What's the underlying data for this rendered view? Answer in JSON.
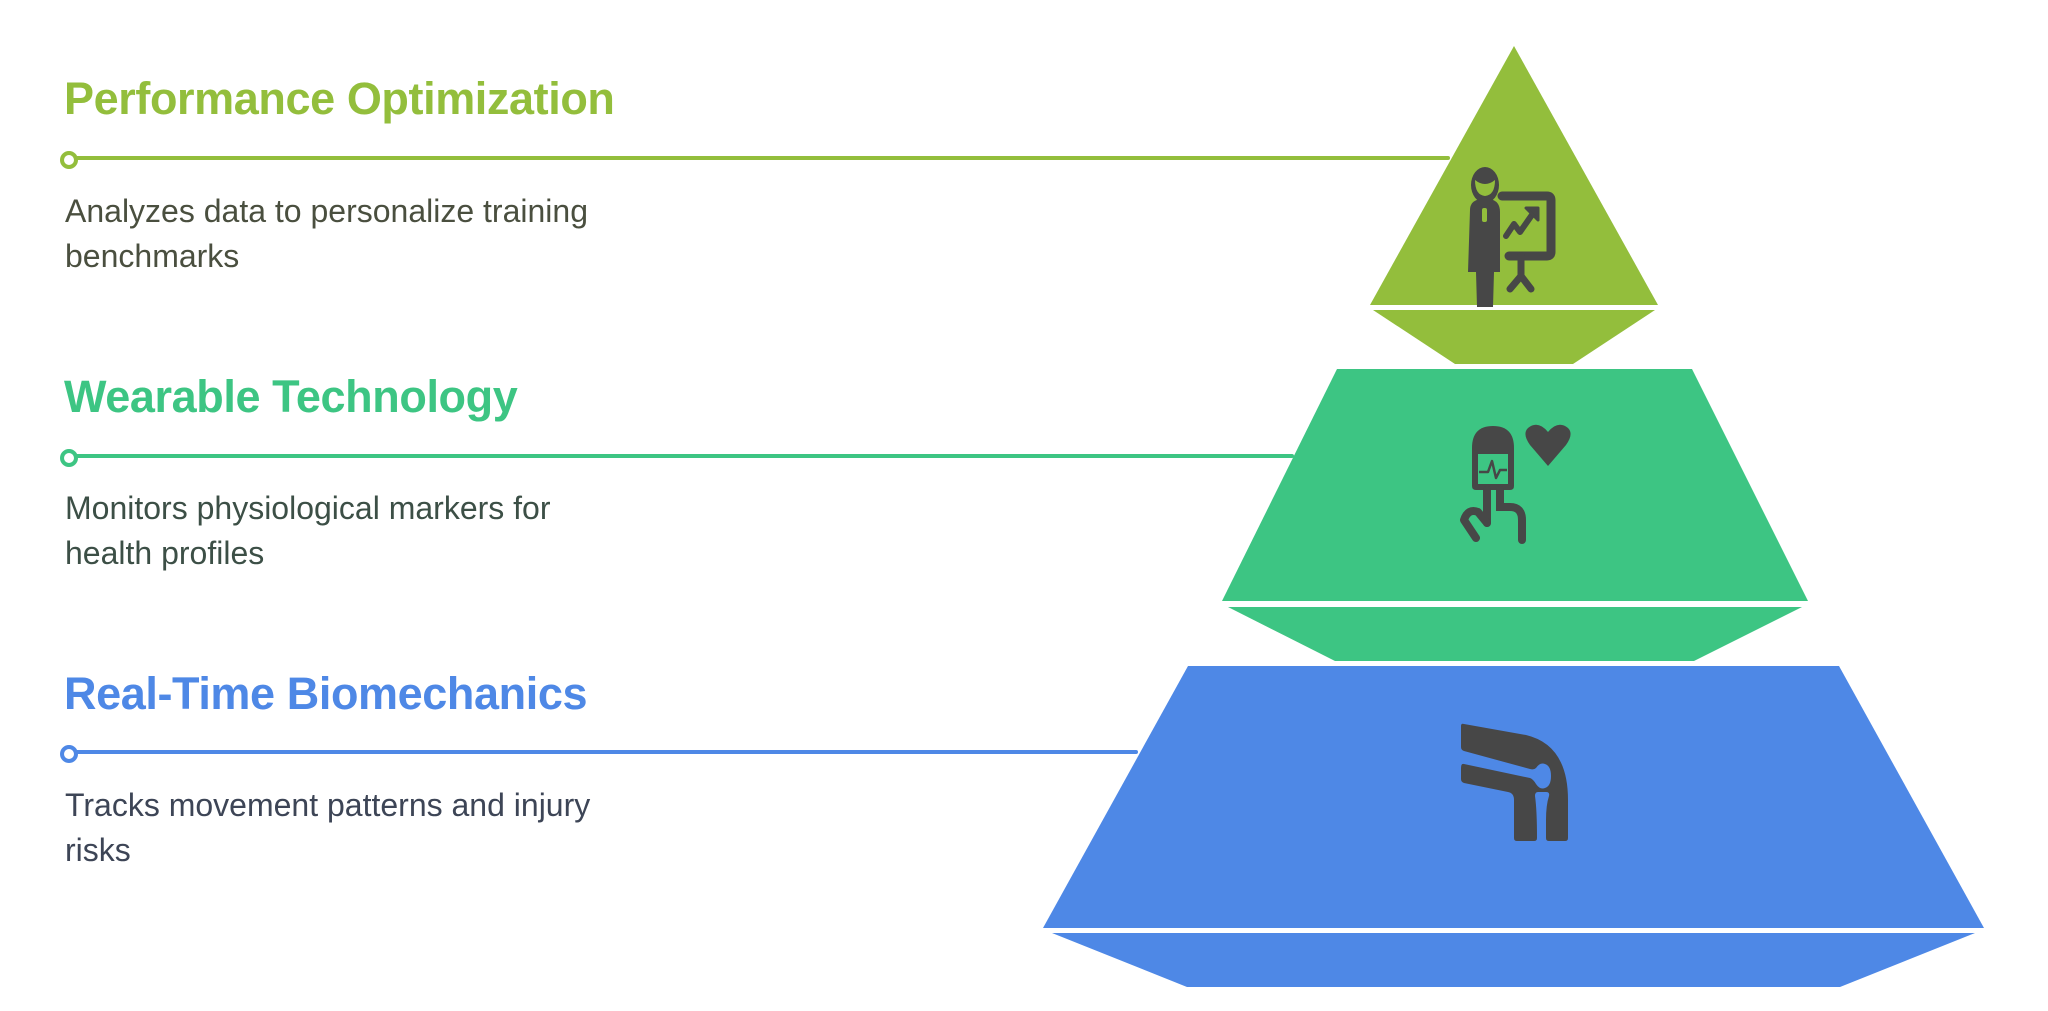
{
  "diagram": {
    "type": "pyramid",
    "levels": [
      {
        "title": "Performance Optimization",
        "description_line1": "Analyzes data to personalize training",
        "description_line2": "benchmarks",
        "icon": "presenter-chart-icon",
        "color": "#93BE3C",
        "text_color": "#4A4F3F"
      },
      {
        "title": "Wearable Technology",
        "description_line1": "Monitors physiological markers for",
        "description_line2": "health profiles",
        "icon": "wearable-heart-monitor-icon",
        "color": "#3DC583",
        "text_color": "#3C4F46"
      },
      {
        "title": "Real-Time Biomechanics",
        "description_line1": "Tracks movement patterns and injury",
        "description_line2": "risks",
        "icon": "knee-joint-icon",
        "color": "#4E88E6",
        "text_color": "#3D4556"
      }
    ],
    "icon_color": "#474747"
  }
}
